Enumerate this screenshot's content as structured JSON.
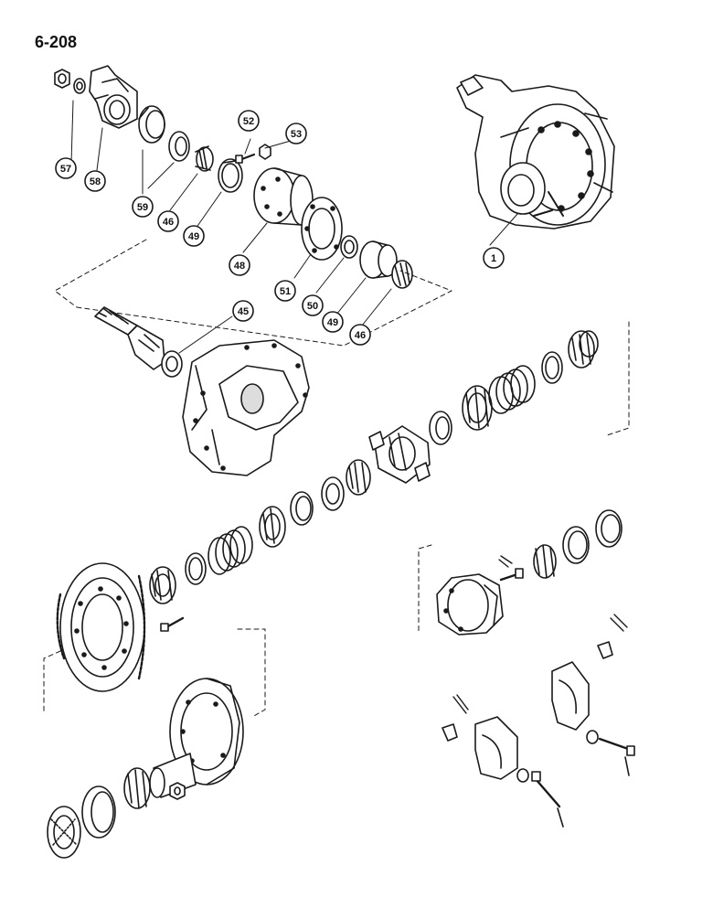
{
  "page": {
    "number": "6-208"
  },
  "callouts": [
    {
      "id": "c57",
      "label": "57"
    },
    {
      "id": "c58",
      "label": "58"
    },
    {
      "id": "c59",
      "label": "59"
    },
    {
      "id": "c46a",
      "label": "46"
    },
    {
      "id": "c49a",
      "label": "49"
    },
    {
      "id": "c52",
      "label": "52"
    },
    {
      "id": "c53",
      "label": "53"
    },
    {
      "id": "c48",
      "label": "48"
    },
    {
      "id": "c51",
      "label": "51"
    },
    {
      "id": "c50",
      "label": "50"
    },
    {
      "id": "c49b",
      "label": "49"
    },
    {
      "id": "c46b",
      "label": "46"
    },
    {
      "id": "c45",
      "label": "45"
    },
    {
      "id": "c1",
      "label": "1"
    }
  ],
  "colors": {
    "ink": "#1a1a1a",
    "paper": "#ffffff",
    "shade": "#cfcfcf"
  }
}
